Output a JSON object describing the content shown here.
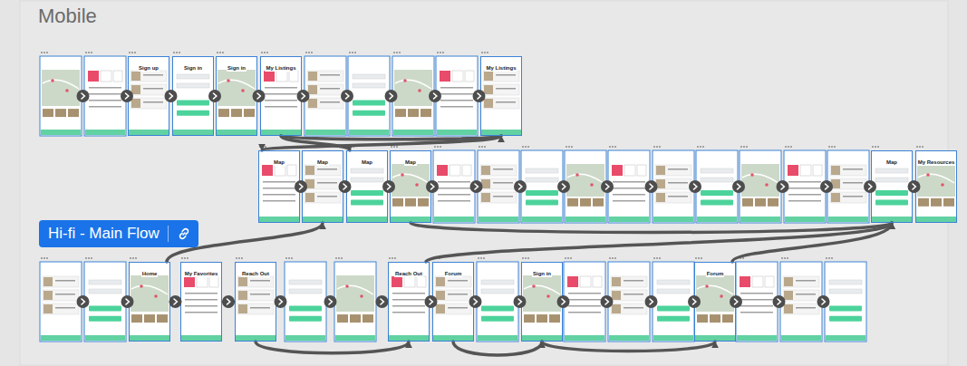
{
  "diagram": {
    "title": "Mobile",
    "nodes": [
      {
        "text": [
          "Sign up"
        ]
      },
      {
        "text": [
          "Sign in"
        ]
      },
      {
        "text": [
          "Sign in"
        ]
      },
      {
        "text": [
          "My Listings"
        ]
      },
      {
        "text": [
          "My Listings"
        ]
      },
      {
        "text": [
          "Map"
        ]
      },
      {
        "text": [
          "Map"
        ]
      },
      {
        "text": [
          "Map"
        ]
      },
      {
        "text": [
          "Map"
        ]
      },
      {
        "text": [
          "Map"
        ]
      },
      {
        "text": [
          "My Resources"
        ]
      },
      {
        "text": [
          "Hi-fi - Main Flow"
        ]
      },
      {
        "text": [
          "Home"
        ]
      },
      {
        "text": [
          "My Favorites"
        ]
      },
      {
        "text": [
          "Reach Out"
        ]
      },
      {
        "text": [
          "Reach Out"
        ]
      },
      {
        "text": [
          "Forum"
        ]
      },
      {
        "text": [
          "Sign in"
        ]
      },
      {
        "text": [
          "Forum"
        ]
      }
    ],
    "edges": [
      {
        "from": 0,
        "to": 1,
        "arrow": "to"
      },
      {
        "from": 1,
        "to": 2,
        "arrow": "to"
      },
      {
        "from": 2,
        "to": 3,
        "arrow": "to"
      },
      {
        "from": 3,
        "to": 4,
        "arrow": "to"
      },
      {
        "from": 3,
        "to": 7,
        "arrow": "to"
      },
      {
        "from": 4,
        "to": 5,
        "arrow": "to"
      },
      {
        "from": 5,
        "to": 6,
        "arrow": "to"
      },
      {
        "from": 6,
        "to": 7,
        "arrow": "to"
      },
      {
        "from": 7,
        "to": 8,
        "arrow": "to"
      },
      {
        "from": 8,
        "to": 9,
        "arrow": "to"
      },
      {
        "from": 9,
        "to": 10,
        "arrow": "to"
      },
      {
        "from": 12,
        "to": 13,
        "arrow": "to"
      },
      {
        "from": 13,
        "to": 14,
        "arrow": "to"
      },
      {
        "from": 14,
        "to": 15,
        "arrow": "to"
      },
      {
        "from": 15,
        "to": 16,
        "arrow": "to"
      },
      {
        "from": 16,
        "to": 17,
        "arrow": "to"
      },
      {
        "from": 17,
        "to": 18,
        "arrow": "to"
      },
      {
        "from": 12,
        "to": 6,
        "arrow": "to"
      },
      {
        "from": 15,
        "to": 9,
        "arrow": "to"
      },
      {
        "from": 18,
        "to": 9,
        "arrow": "to"
      }
    ]
  }
}
